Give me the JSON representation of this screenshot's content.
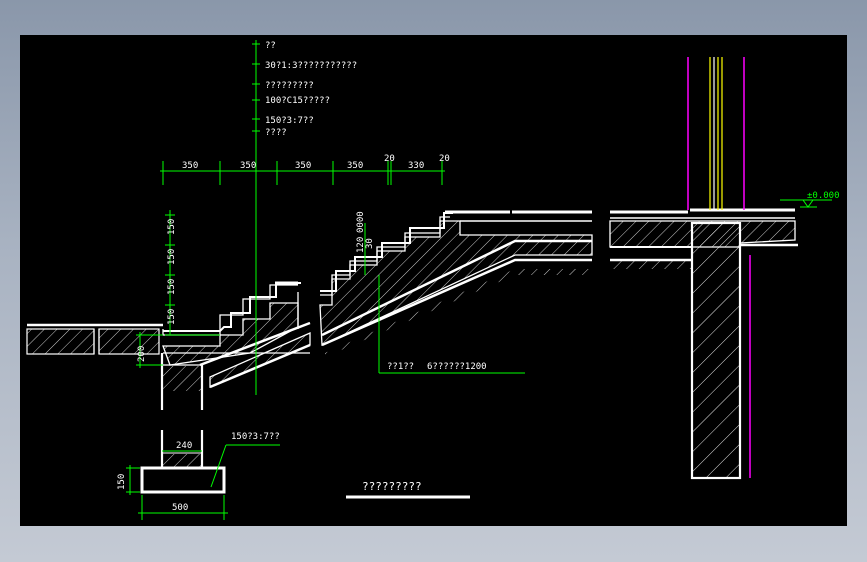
{
  "colors": {
    "background": "#000000",
    "frame": "#9aa6b8",
    "white_lines": "#ffffff",
    "dimension_green": "#00ff00",
    "annotation_green": "#00ff00",
    "magenta": "#ff00ff",
    "yellow": "#ffff00"
  },
  "leader_notes": [
    "??",
    "30?1:3???????????",
    "?????????",
    "100?C15?????",
    "150?3:7??",
    "????"
  ],
  "top_dimensions": [
    "350",
    "350",
    "350",
    "350",
    "20",
    "330",
    "20"
  ],
  "riser_dimensions": [
    "150",
    "150",
    "150",
    "150"
  ],
  "wall_dim": "200",
  "mid_labels": {
    "dim_a": "120",
    "dim_b": "0000",
    "dim_c": "30"
  },
  "slab_note": {
    "left": "??1??",
    "right": "6??????1200"
  },
  "footing": {
    "width_top": "240",
    "note": "150?3:7??",
    "height": "150",
    "width_base": "500"
  },
  "elevation": "±0.000",
  "caption": "?????????"
}
